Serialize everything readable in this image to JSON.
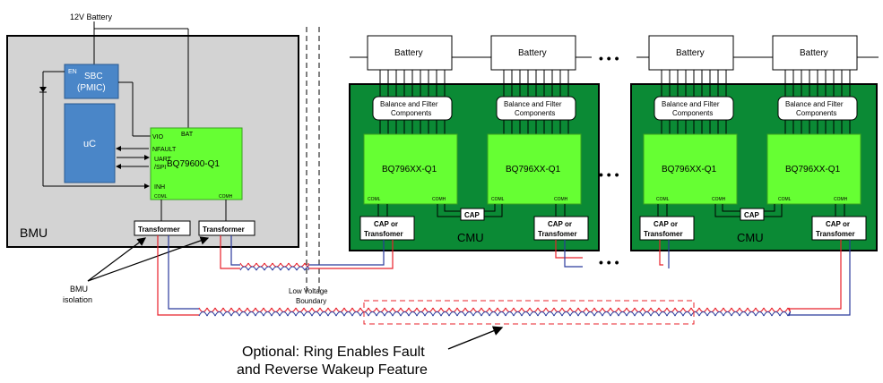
{
  "battery_12v": "12V Battery",
  "bmu": {
    "label": "BMU",
    "sbc_en": "EN",
    "sbc_line1": "SBC",
    "sbc_line2": "(PMIC)",
    "uc": "uC",
    "bq_main": "BQ79600-Q1",
    "pins": {
      "vio": "VIO",
      "bat": "BAT",
      "nfault": "NFAULT",
      "uart1": "UART",
      "uart2": "/SPI",
      "inh": "INH",
      "coml": "COML",
      "comh": "COMH"
    },
    "transformer1": "Transformer",
    "transformer2": "Transformer"
  },
  "cmu": {
    "label": "CMU",
    "battery": "Battery",
    "balance_line1": "Balance and Filter",
    "balance_line2": "Components",
    "bq_stack": "BQ796XX-Q1",
    "coml": "COML",
    "comh": "COMH",
    "cap": "CAP",
    "cap_or_line1": "CAP or",
    "cap_or_line2": "Transfomer"
  },
  "ellipsis": "• • •",
  "bmu_isolation_line1": "BMU",
  "bmu_isolation_line2": "isolation",
  "low_voltage_line1": "Low Voltage",
  "low_voltage_line2": "Boundary",
  "optional_line1": "Optional: Ring Enables Fault",
  "optional_line2": "and Reverse Wakeup Feature",
  "colors": {
    "bmu_bg": "#d3d3d3",
    "cmu_green": "#0b8a35",
    "chip_green": "#66ff33",
    "uc_blue": "#4a86c8",
    "wire_red": "#e8202a",
    "wire_blue": "#2b3a9c"
  }
}
